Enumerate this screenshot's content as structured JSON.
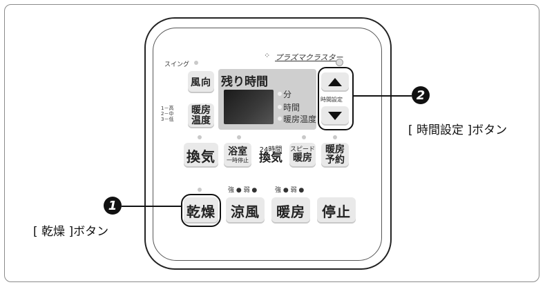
{
  "header": {
    "swing_label": "スイング",
    "brand_label": "プラズマクラスター"
  },
  "display": {
    "title": "残り時間",
    "ind_min": "分",
    "ind_hour": "時間",
    "ind_temp": "暖房温度"
  },
  "time_set": {
    "label": "時間設定",
    "up_icon": "triangle-up-icon",
    "down_icon": "triangle-down-icon"
  },
  "buttons": {
    "fukou": "風向",
    "danbou_temp_1": "暖房",
    "danbou_temp_2": "温度",
    "level_1": "1－高",
    "level_2": "2－中",
    "level_3": "3－低",
    "kanki": "換気",
    "yokushitsu_1": "浴室",
    "yokushitsu_2": "一時停止",
    "kanki24_1": "24時間",
    "kanki24_2": "換気",
    "speed_1": "スピード",
    "speed_2": "暖房",
    "yoyaku_1": "暖房",
    "yoyaku_2": "予約",
    "kansou": "乾燥",
    "ryoufu": "涼風",
    "danbou": "暖房",
    "teishi": "停止"
  },
  "strength": {
    "ryoufu": "強 ● 弱 ●",
    "danbou": "強 ● 弱 ●"
  },
  "callouts": {
    "one_number": "1",
    "one_label": "[ 乾燥 ]ボタン",
    "two_number": "2",
    "two_label": "[ 時間設定 ]ボタン"
  },
  "colors": {
    "button": "#e9e9e9",
    "indicator": "#c9c9c9",
    "lcd": "#2a2a2a"
  }
}
